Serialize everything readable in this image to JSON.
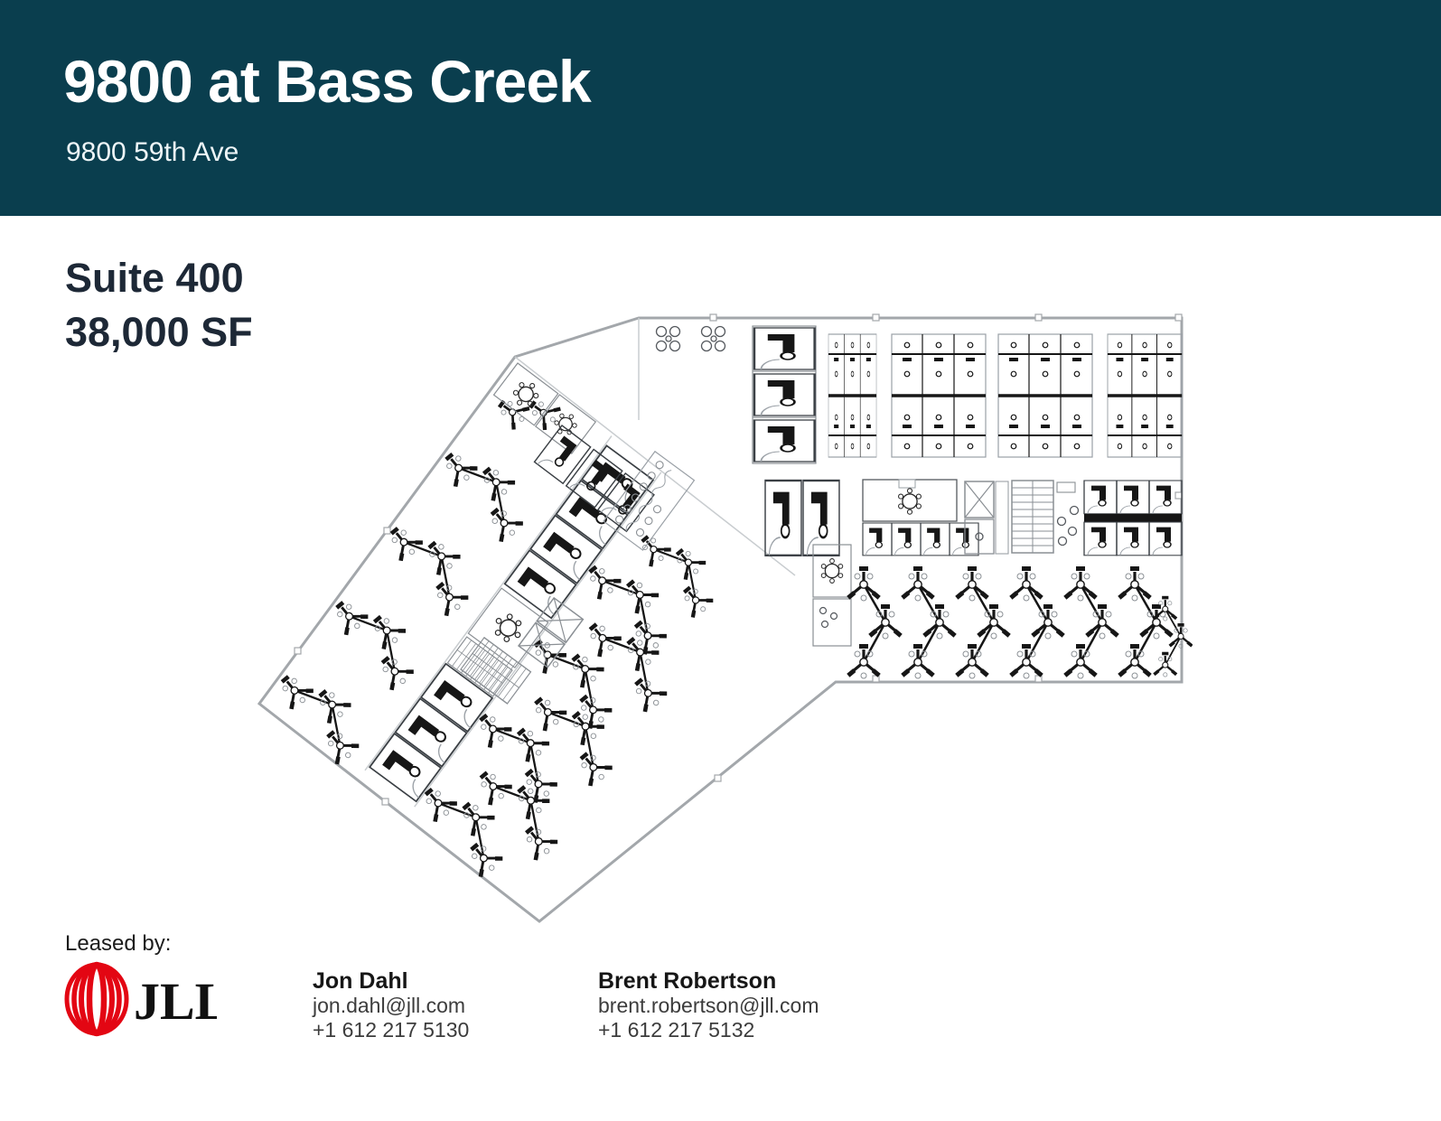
{
  "header": {
    "background": "#0a3e4e",
    "text_color": "#ffffff",
    "title": "9800 at Bass Creek",
    "subtitle": "9800 59th Ave"
  },
  "suite": {
    "name": "Suite 400",
    "area": "38,000 SF",
    "color": "#1d2836"
  },
  "floor_plan": {
    "description": "Suite 400 floor plan drawing",
    "wall_color": "#a3a7ab",
    "furniture_color": "#161616"
  },
  "footer": {
    "leased_by_label": "Leased by:",
    "logo": {
      "name": "JLL",
      "red": "#e30613",
      "text_color": "#111111"
    },
    "contacts": [
      {
        "name": "Jon Dahl",
        "email": "jon.dahl@jll.com",
        "phone": "+1 612 217 5130"
      },
      {
        "name": "Brent Robertson",
        "email": "brent.robertson@jll.com",
        "phone": "+1 612 217 5132"
      }
    ]
  }
}
